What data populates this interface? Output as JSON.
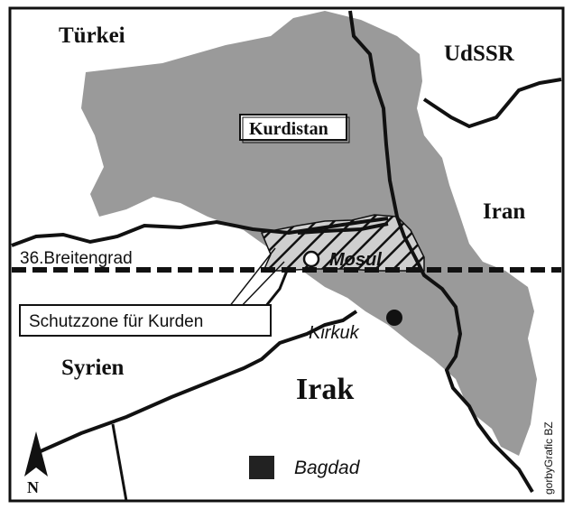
{
  "countries": {
    "turkey": "Türkei",
    "ussr": "UdSSR",
    "iran": "Iran",
    "syria": "Syrien",
    "iraq": "Irak"
  },
  "regions": {
    "kurdistan": "Kurdistan"
  },
  "cities": {
    "mosul": "Mosul",
    "kirkuk": "Kirkuk",
    "baghdad": "Bagdad"
  },
  "annotations": {
    "parallel": "36.Breitengrad",
    "safe_zone": "Schutzzone für Kurden"
  },
  "compass": "N",
  "credit": "gorbyGrafic BZ",
  "colors": {
    "kurdistan_fill": "#9a9a9a",
    "border": "#111111",
    "background": "#ffffff"
  }
}
